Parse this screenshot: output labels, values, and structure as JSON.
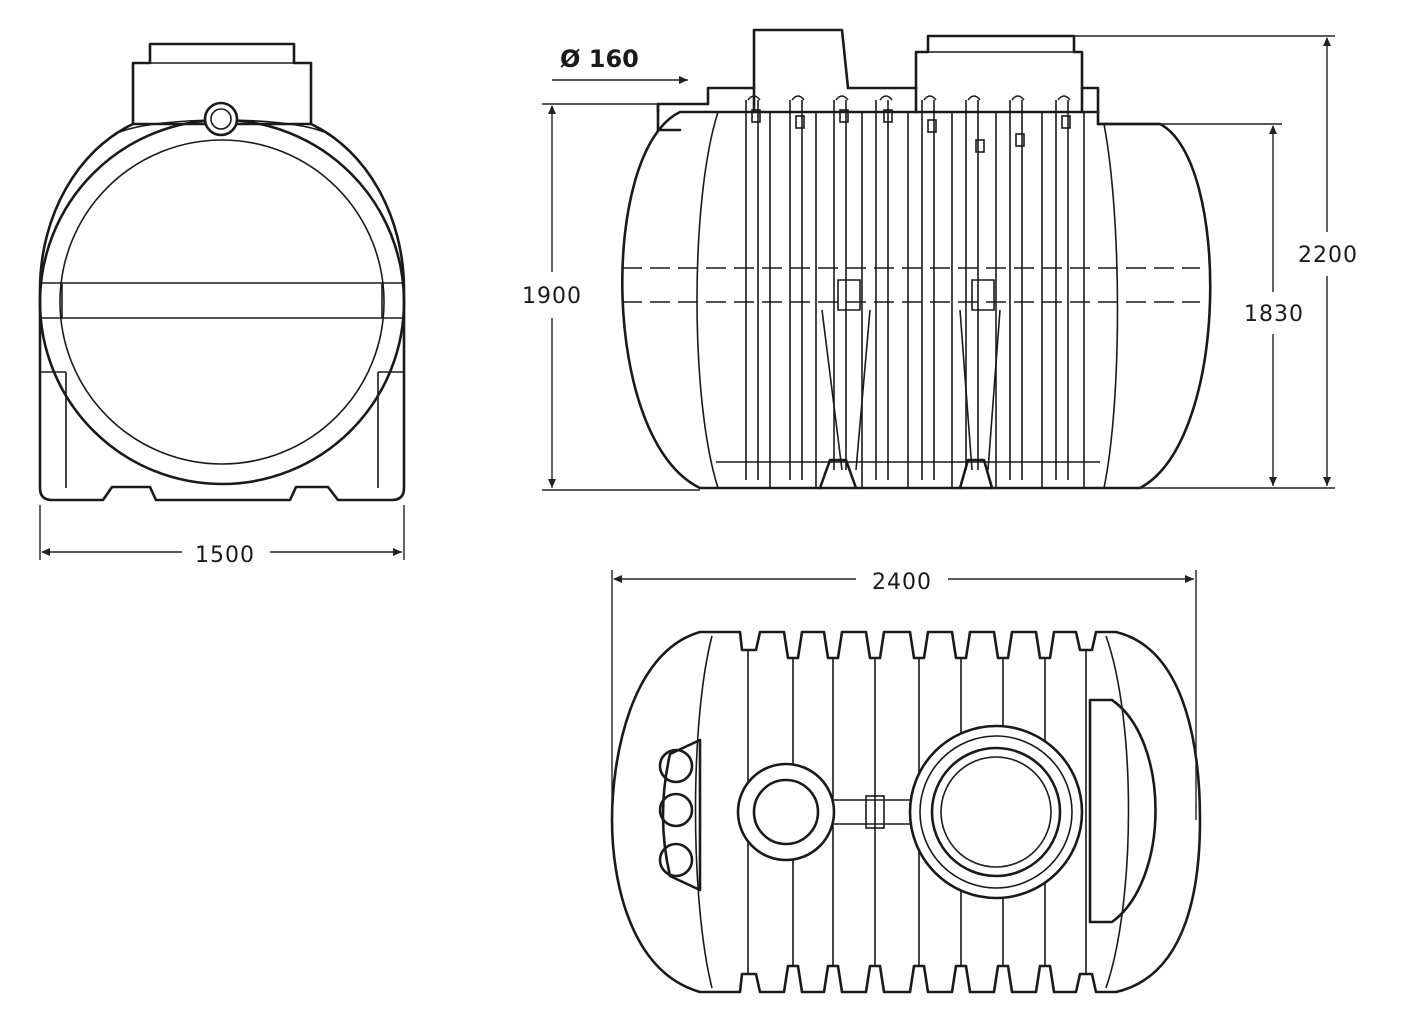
{
  "dimensions": {
    "width_side": "1500",
    "height_total": "2200",
    "height_body_left": "1900",
    "height_body_right": "1830",
    "length": "2400",
    "inlet_diameter": "Ø 160"
  },
  "colors": {
    "line": "#1a1a1a",
    "background": "#ffffff"
  }
}
